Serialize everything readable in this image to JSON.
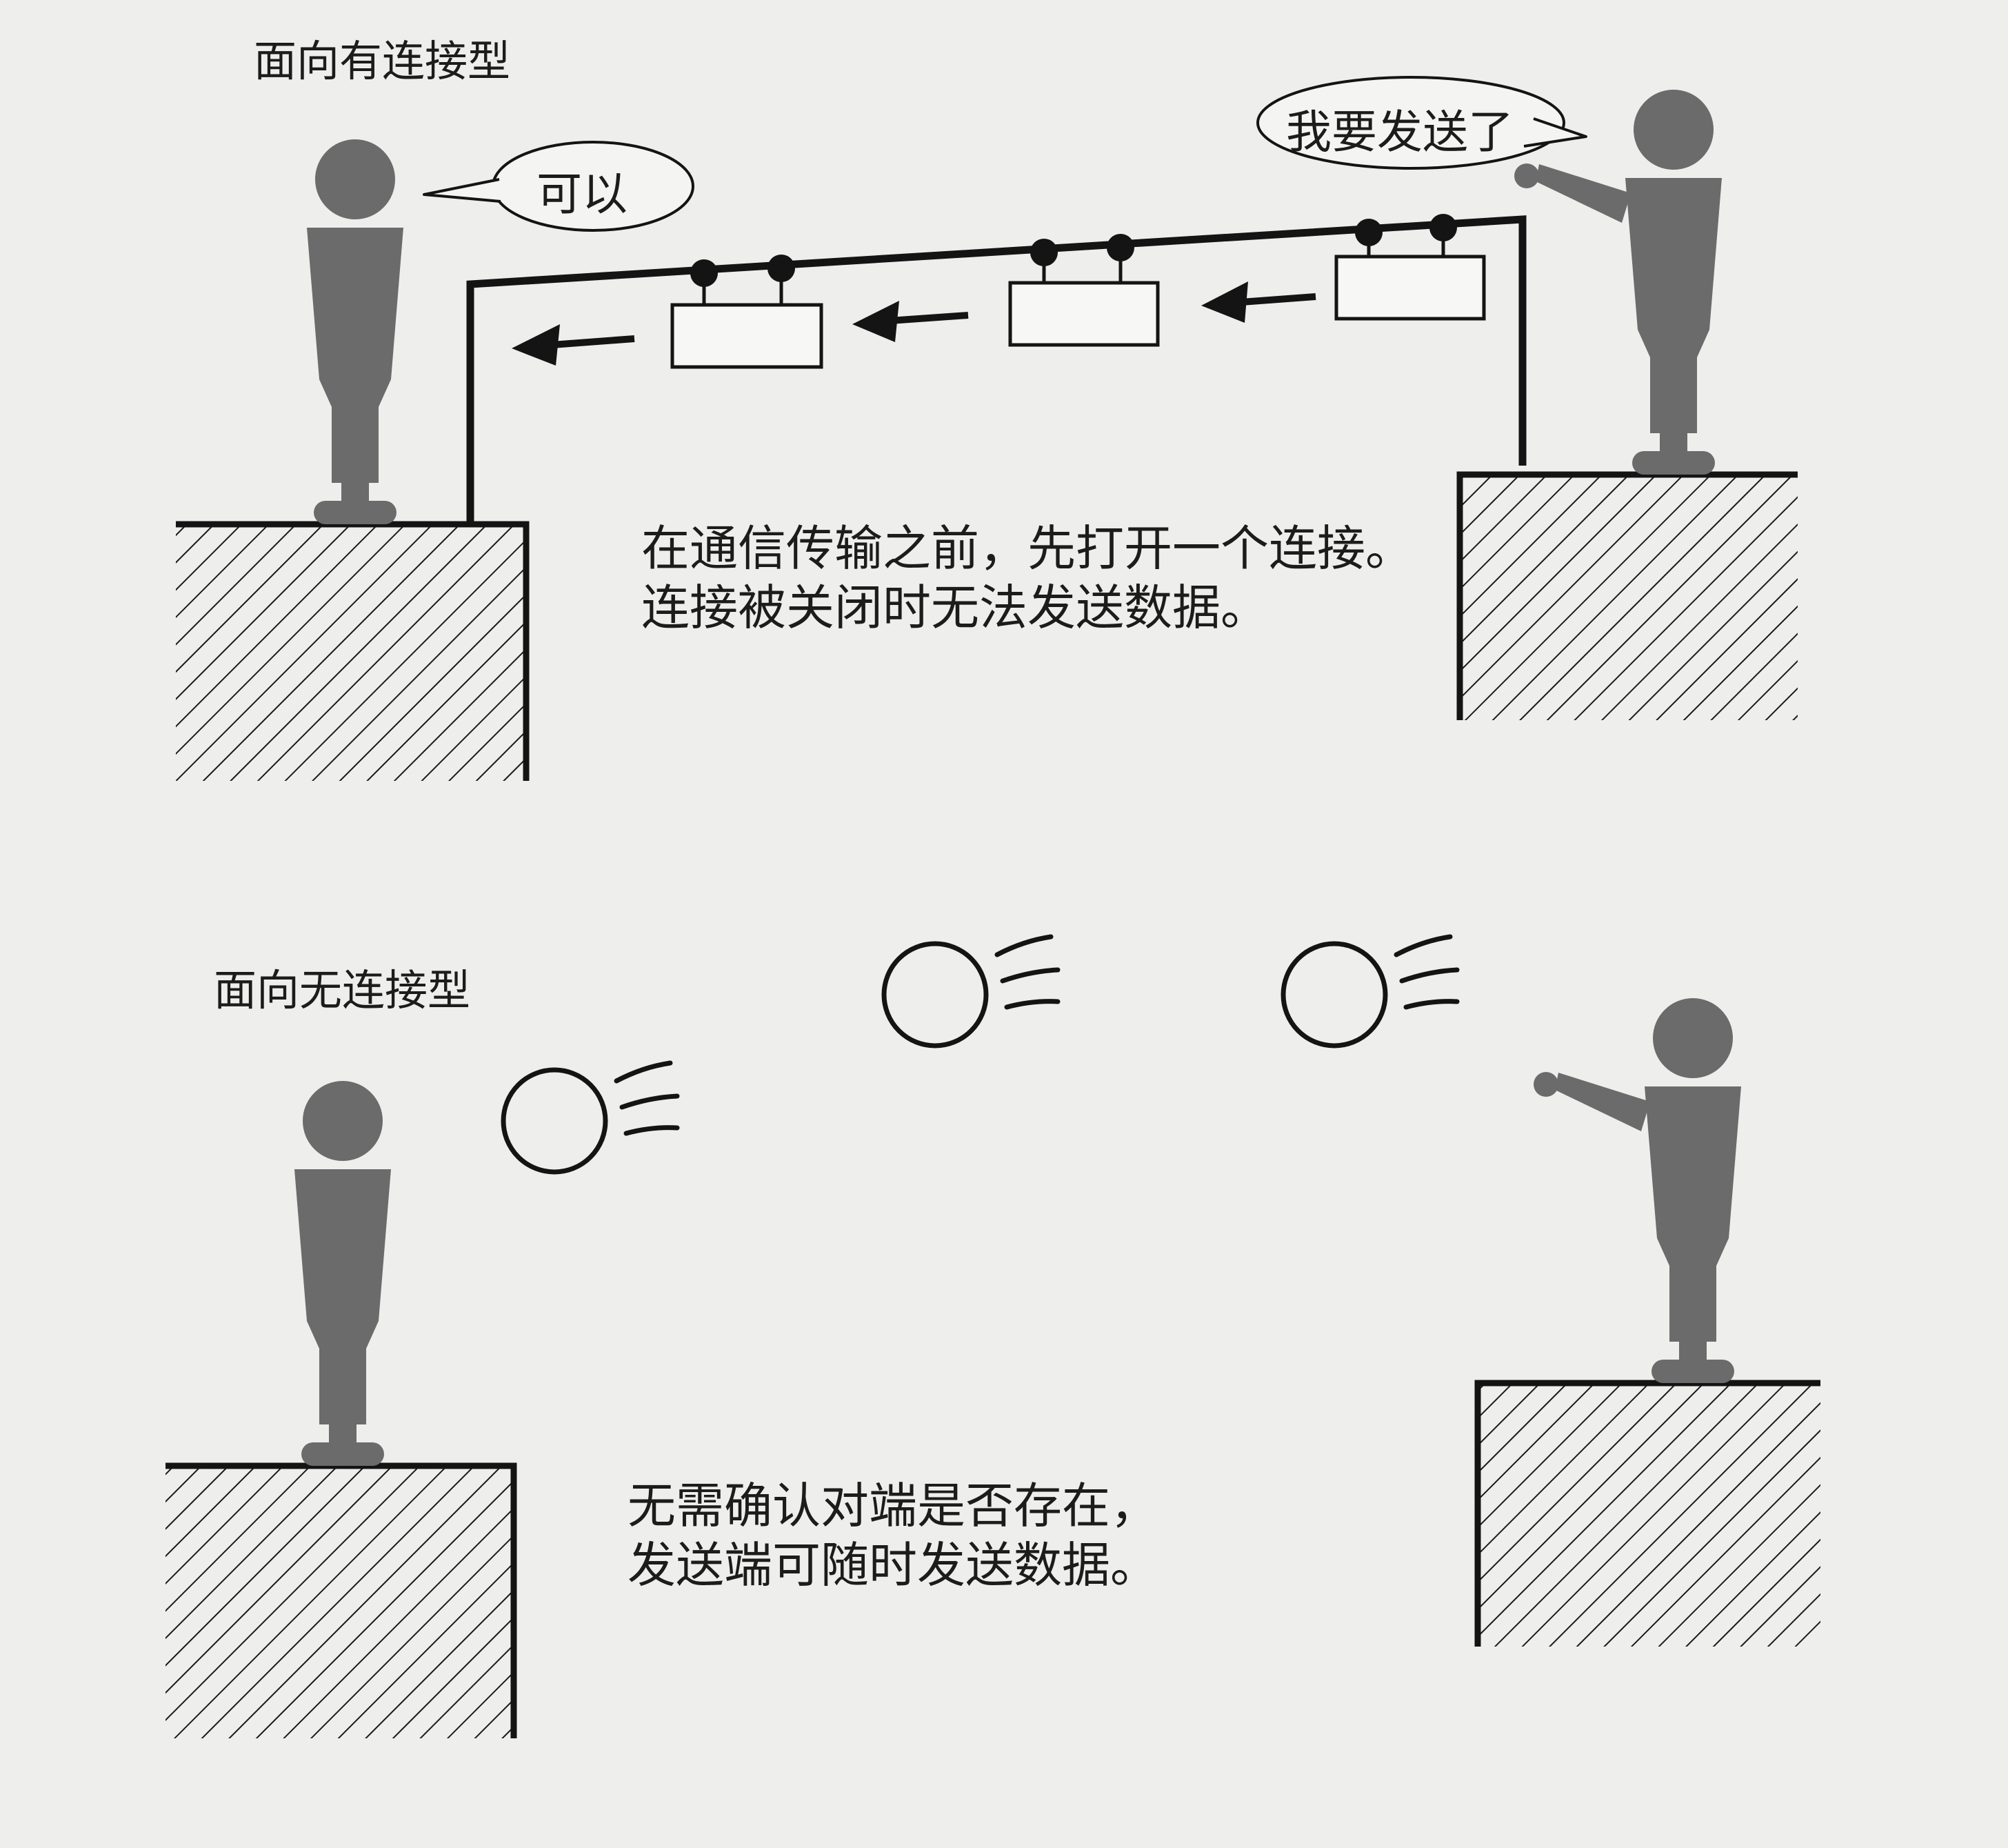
{
  "top": {
    "title": "面向有连接型",
    "receiver_speech": "可以",
    "sender_speech": "我要发送了",
    "caption_line1": "在通信传输之前，先打开一个连接。",
    "caption_line2": "连接被关闭时无法发送数据。"
  },
  "bottom": {
    "title": "面向无连接型",
    "caption_line1": "无需确认对端是否存在，",
    "caption_line2": "发送端可随时发送数据。"
  },
  "colors": {
    "figure": "#6b6b6b",
    "line": "#141414",
    "paper": "#eeeeec"
  }
}
